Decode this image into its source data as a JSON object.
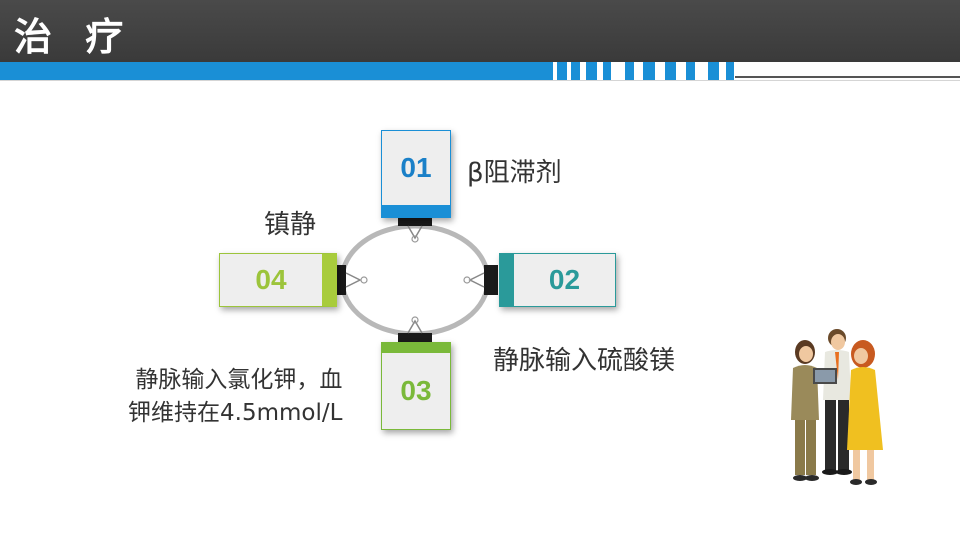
{
  "header": {
    "title": "治 疗"
  },
  "colors": {
    "blue": "#1a8fd6",
    "teal": "#2a9a9a",
    "green": "#7ab93a",
    "lime": "#a8cc3c",
    "header_bg": "#404040"
  },
  "items": [
    {
      "number": "01",
      "label": "β阻滞剂"
    },
    {
      "number": "02",
      "label": "静脉输入硫酸镁"
    },
    {
      "number": "03",
      "label_line1": "静脉输入氯化钾，血",
      "label_line2": "钾维持在4.5mmol/L"
    },
    {
      "number": "04",
      "label": "镇静"
    }
  ],
  "icons": [
    "binder-clip-icon",
    "people-illustration"
  ]
}
